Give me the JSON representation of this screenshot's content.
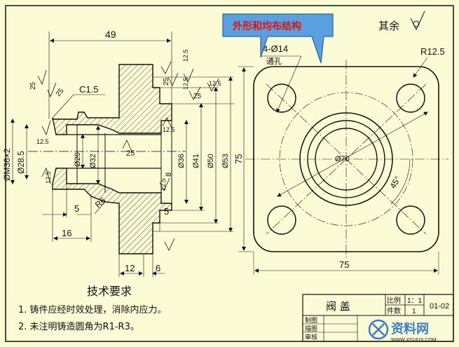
{
  "callout": {
    "label": "外形和均布结构",
    "color": "#d01818",
    "fill": "#5aa0e0"
  },
  "roughness_other": {
    "label": "其余"
  },
  "front_view": {
    "dims": {
      "overall_length": "49",
      "chamfer": "C1.5",
      "thread": "ØM36×2",
      "d285": "Ø28.5",
      "d20": "Ø20",
      "d32": "Ø32",
      "d36": "Ø36",
      "d41": "Ø41",
      "d50": "Ø50",
      "d53": "Ø53",
      "w8": "8",
      "w5a": "5",
      "w5b": "5",
      "w16": "16",
      "w12": "12",
      "w6": "6",
      "r6": "R6",
      "ra125a": "12.5",
      "ra125b": "12.5",
      "ra125c": "12.5",
      "ra125d": "12.5",
      "ra125e": "12.5",
      "ra125f": "12.5",
      "ra125g": "12.5",
      "ra25a": "25",
      "ra25b": "25",
      "ra25c": "25",
      "ra25d": "25",
      "ra25e": "25"
    }
  },
  "top_view": {
    "dims": {
      "holes": "4-Ø14",
      "through": "通孔",
      "r125": "R12.5",
      "d70": "Ø70",
      "angle": "45°",
      "h75": "75",
      "w75": "75"
    }
  },
  "requirements": {
    "title": "技术要求",
    "items": [
      "1. 铸件应经时效处理，消除内应力。",
      "2. 未注明铸造圆角为R1-R3。"
    ]
  },
  "title_block": {
    "name": "阀  盖",
    "scale_label": "比例",
    "scale_value": "1：1",
    "qty_label": "件数",
    "qty_value": "1",
    "drawing_no": "01-02",
    "drawn": "制图",
    "traced": "描图",
    "checked": "审核"
  },
  "watermark": {
    "text": "资料网",
    "sub": "WWW.XS1616.COM"
  }
}
